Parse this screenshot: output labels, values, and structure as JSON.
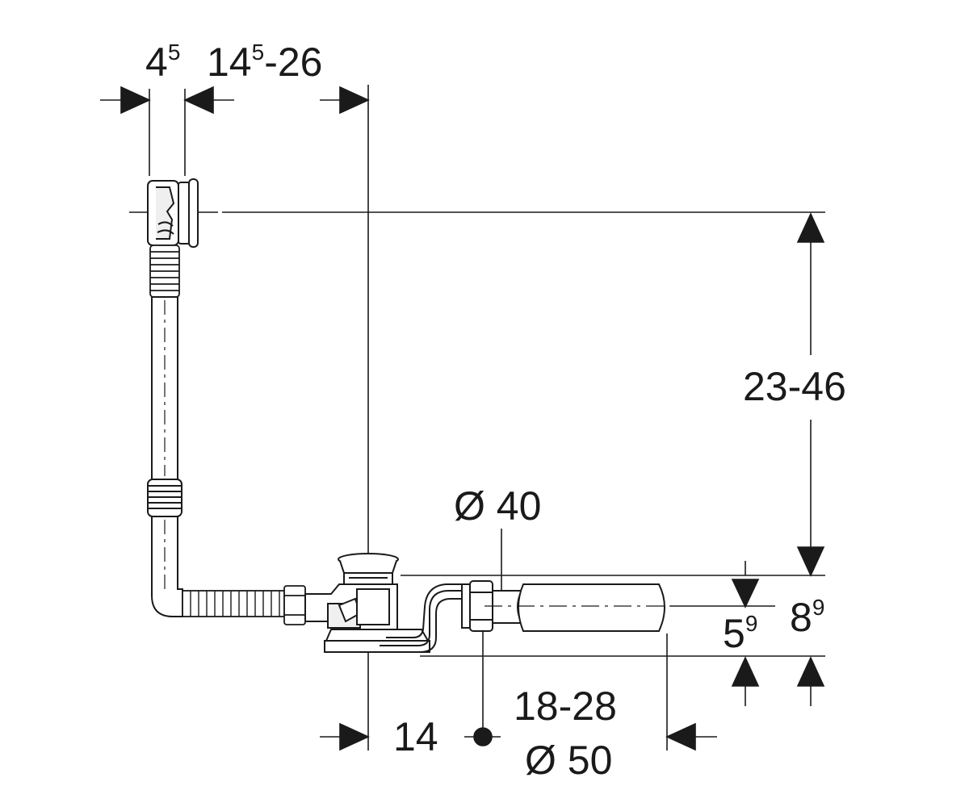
{
  "dimensions": {
    "top_left": {
      "base": "4",
      "exp": "5"
    },
    "top_mid": {
      "base": "14",
      "exp": "5",
      "rest": "-26"
    },
    "height_range": "23-46",
    "dia_40": "Ø 40",
    "right_small": {
      "base": "5",
      "exp": "9"
    },
    "right_large": {
      "base": "8",
      "exp": "9"
    },
    "bottom_14": "14",
    "bottom_range": "18-28",
    "dia_50": "Ø 50"
  },
  "colors": {
    "line": "#1a1a1a",
    "fill": "#ffffff",
    "shade": "#e6e6e6"
  }
}
